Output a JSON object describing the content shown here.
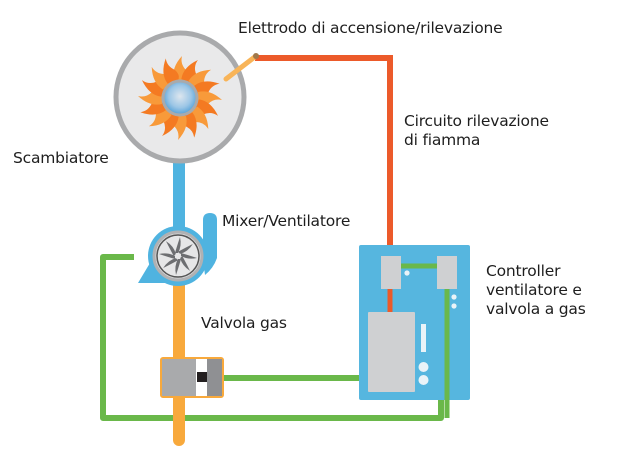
{
  "labels": {
    "electrode": "Elettrodo di accensione/rilevazione",
    "exchanger": "Scambiatore",
    "flame_circuit_line1": "Circuito rilevazione",
    "flame_circuit_line2": "di fiamma",
    "fan": "Mixer/Ventilatore",
    "gas_valve": "Valvola gas",
    "controller_line1": "Controller",
    "controller_line2": "ventilatore e",
    "controller_line3": "valvola a gas"
  },
  "colors": {
    "air_pipe": "#4fb3e0",
    "gas_pipe": "#f8a93c",
    "signal_red": "#ec5a2a",
    "control_green": "#6ab84a",
    "controller_board": "#56b6df",
    "component_gray": "#cfd0d2",
    "exchanger_ring": "#a9aaac",
    "exchanger_fill": "#e9e9ea",
    "flame": "#f2842a"
  }
}
